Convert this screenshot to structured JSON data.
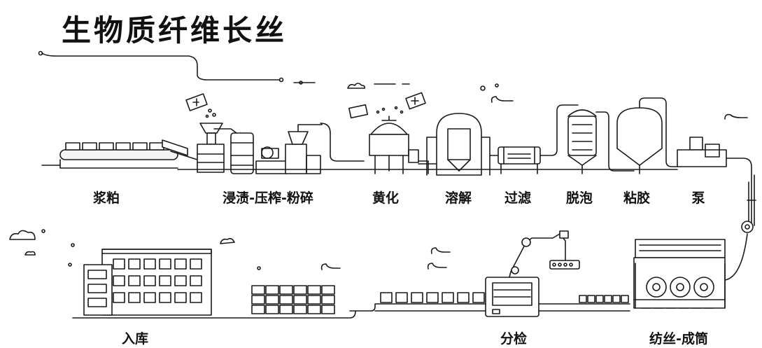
{
  "title": "生物质纤维长丝",
  "steps_top": [
    {
      "id": "pulp",
      "label": "浆粕"
    },
    {
      "id": "steep",
      "label": "浸渍-压榨-粉碎"
    },
    {
      "id": "xanthation",
      "label": "黄化"
    },
    {
      "id": "dissolve",
      "label": "溶解"
    },
    {
      "id": "filter",
      "label": "过滤"
    },
    {
      "id": "degas",
      "label": "脱泡"
    },
    {
      "id": "viscose",
      "label": "粘胶"
    },
    {
      "id": "pump",
      "label": "泵"
    }
  ],
  "steps_bottom": [
    {
      "id": "storage",
      "label": "入库"
    },
    {
      "id": "sorting",
      "label": "分检"
    },
    {
      "id": "spinning",
      "label": "纺丝-成筒"
    }
  ],
  "colors": {
    "line": "#1a1a1a",
    "background": "#ffffff",
    "fill": "#f4f4f4"
  }
}
